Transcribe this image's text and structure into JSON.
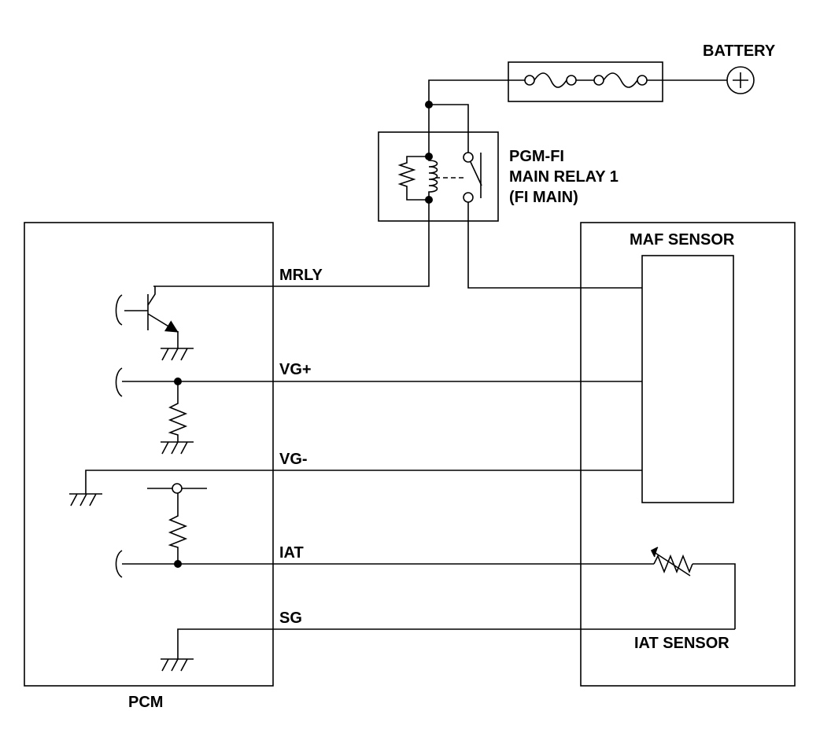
{
  "labels": {
    "battery": "BATTERY",
    "relay_line1": "PGM-FI",
    "relay_line2": "MAIN RELAY 1",
    "relay_line3": "(FI MAIN)",
    "maf_sensor": "MAF SENSOR",
    "iat_sensor": "IAT SENSOR",
    "pcm": "PCM"
  },
  "wires": {
    "mrly": "MRLY",
    "vg_plus": "VG+",
    "vg_minus": "VG-",
    "iat": "IAT",
    "sg": "SG"
  }
}
